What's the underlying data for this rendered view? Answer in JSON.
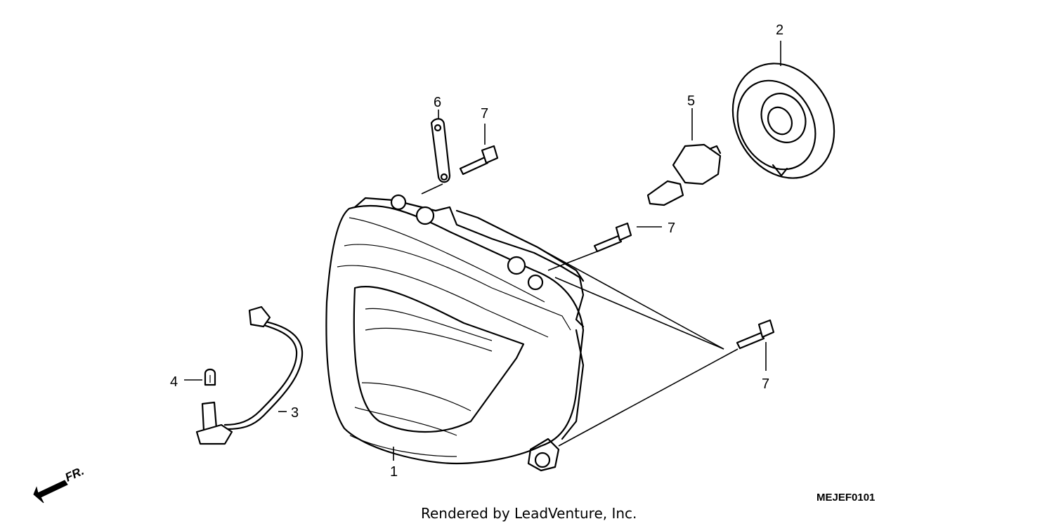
{
  "callouts": {
    "headlight": "1",
    "socket_cover": "2",
    "sub_harness": "3",
    "position_bulb": "4",
    "headlight_bulb": "5",
    "stay": "6",
    "bolt_top": "7",
    "bolt_middle": "7",
    "bolt_right": "7"
  },
  "diagram_code": "MEJEF0101",
  "front_indicator": "FR.",
  "credit": "Rendered by LeadVenture, Inc."
}
